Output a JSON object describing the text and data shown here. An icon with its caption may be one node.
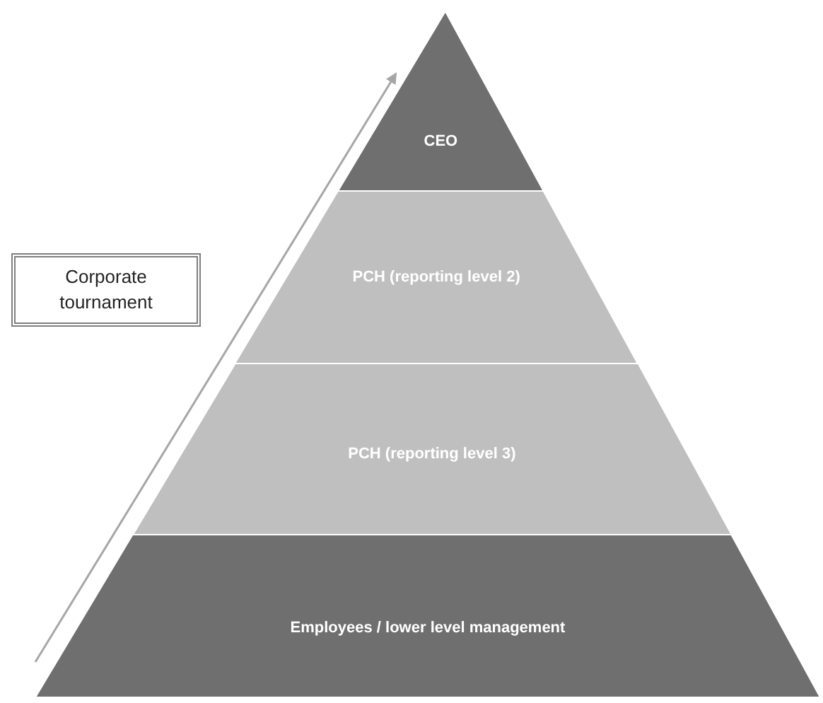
{
  "diagram": {
    "nodes": [
      {
        "text": [
          "CEO"
        ]
      },
      {
        "text": [
          "PCH (reporting level 2)"
        ]
      },
      {
        "text": [
          "PCH (reporting level 3)"
        ]
      },
      {
        "text": [
          "Employees / lower level management"
        ]
      },
      {
        "text": [
          "Corporate tournament"
        ]
      }
    ]
  }
}
